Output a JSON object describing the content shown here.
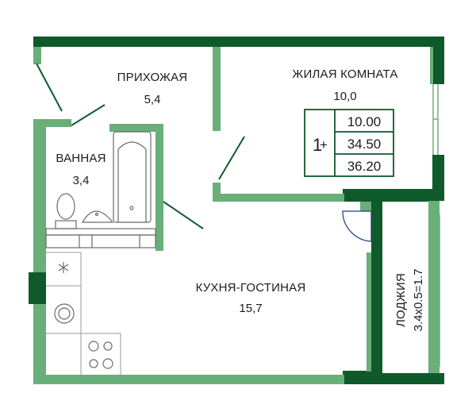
{
  "colors": {
    "wall_dark": "#0e5a2a",
    "wall_light": "#6aae7a",
    "fixture": "#6b6b6b",
    "text": "#1c1c1c"
  },
  "rooms": {
    "hallway": {
      "name": "ПРИХОЖАЯ",
      "area": "5,4"
    },
    "living": {
      "name": "ЖИЛАЯ КОМНАТА",
      "area": "10,0"
    },
    "bathroom": {
      "name": "ВАННАЯ",
      "area": "3,4"
    },
    "kitchen": {
      "name": "КУХНЯ-ГОСТИНАЯ",
      "area": "15,7"
    },
    "loggia": {
      "name": "ЛОДЖИЯ",
      "area": "3.4х0.5=1.7"
    }
  },
  "summary": {
    "rooms": "1",
    "plus": "+",
    "living_area": "10.00",
    "total_area": "34.50",
    "total_with_loggia": "36.20"
  },
  "icons": [
    "snowflake-icon",
    "bathtub-icon",
    "toilet-icon",
    "sink-icon",
    "washing-machine-icon",
    "stove-icon"
  ]
}
